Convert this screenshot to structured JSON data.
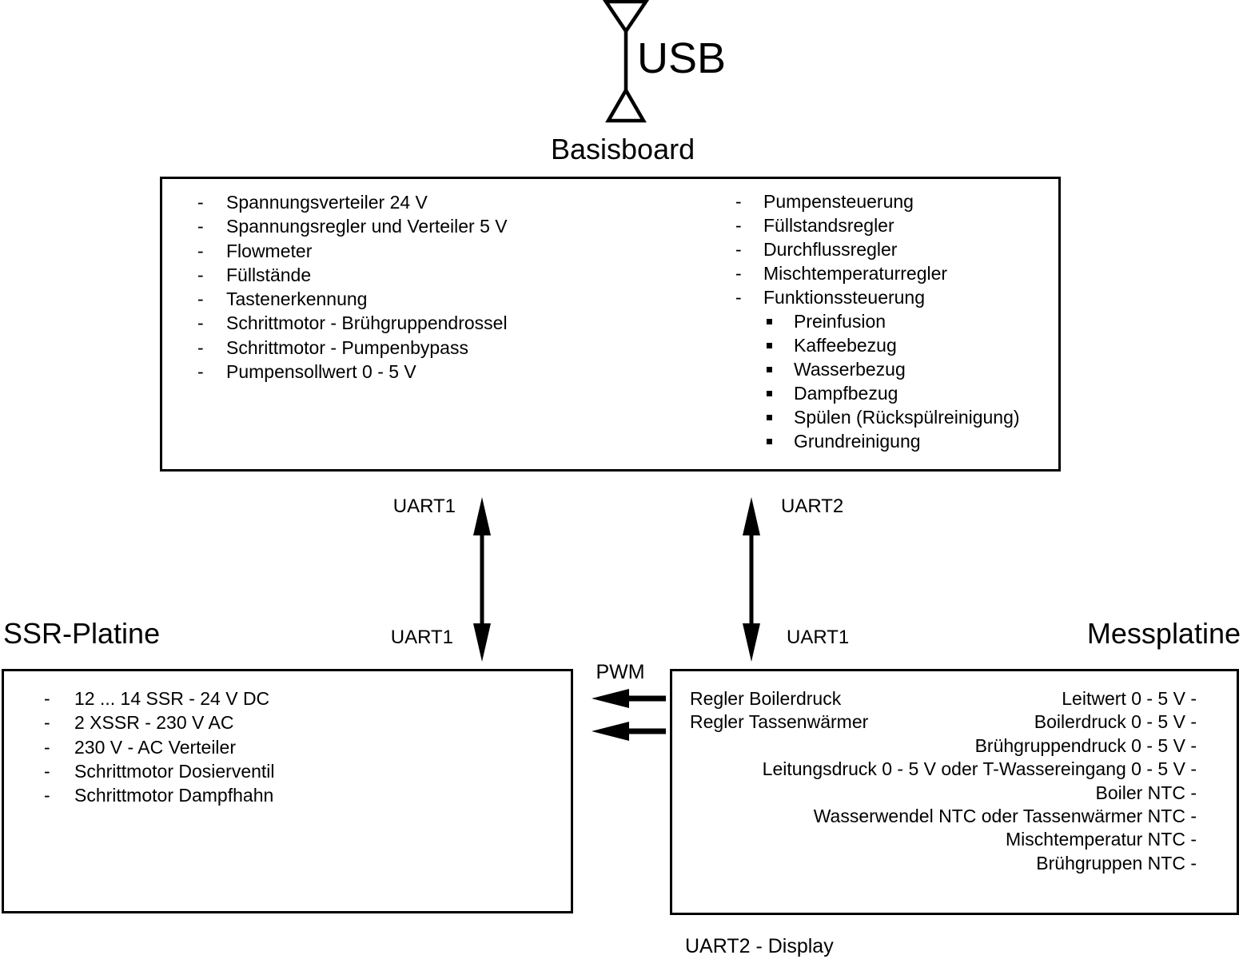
{
  "usb": {
    "label": "USB"
  },
  "basisboard": {
    "title": "Basisboard",
    "left_items": [
      "Spannungsverteiler 24 V",
      "Spannungsregler und Verteiler 5 V",
      "Flowmeter",
      "Füllstände",
      "Tastenerkennung",
      "Schrittmotor - Brühgruppendrossel",
      "Schrittmotor - Pumpenbypass",
      "Pumpensollwert 0 - 5 V"
    ],
    "right_items": [
      "Pumpensteuerung",
      "Füllstandsregler",
      "Durchflussregler",
      "Mischtemperaturregler",
      "Funktionssteuerung"
    ],
    "right_subitems": [
      "Preinfusion",
      "Kaffeebezug",
      "Wasserbezug",
      "Dampfbezug",
      "Spülen (Rückspülreinigung)",
      "Grundreinigung"
    ]
  },
  "ssr_platine": {
    "title": "SSR-Platine",
    "items": [
      "12 ... 14 SSR - 24 V DC",
      "2 XSSR - 230 V AC",
      "230 V - AC Verteiler",
      "Schrittmotor Dosierventil",
      "Schrittmotor Dampfhahn"
    ]
  },
  "messplatine": {
    "title": "Messplatine",
    "left_items": [
      "Regler Boilerdruck",
      "Regler Tassenwärmer"
    ],
    "right_items": [
      "Leitwert 0 - 5 V -",
      "Boilerdruck 0 - 5 V -",
      "Brühgruppendruck 0 - 5 V -",
      "Leitungsdruck 0 - 5 V oder T-Wassereingang 0 - 5 V -",
      "Boiler NTC -",
      "Wasserwendel NTC oder Tassenwärmer NTC -",
      "Mischtemperatur NTC -",
      "Brühgruppen NTC -"
    ]
  },
  "connections": {
    "uart1_top": "UART1",
    "uart1_bottom_left": "UART1",
    "uart2_top": "UART2",
    "uart1_bottom_right": "UART1",
    "pwm": "PWM",
    "uart2_display": "UART2 - Display"
  },
  "bullets": {
    "dash": "-"
  },
  "colors": {
    "ink": "#000000",
    "background": "#ffffff"
  }
}
